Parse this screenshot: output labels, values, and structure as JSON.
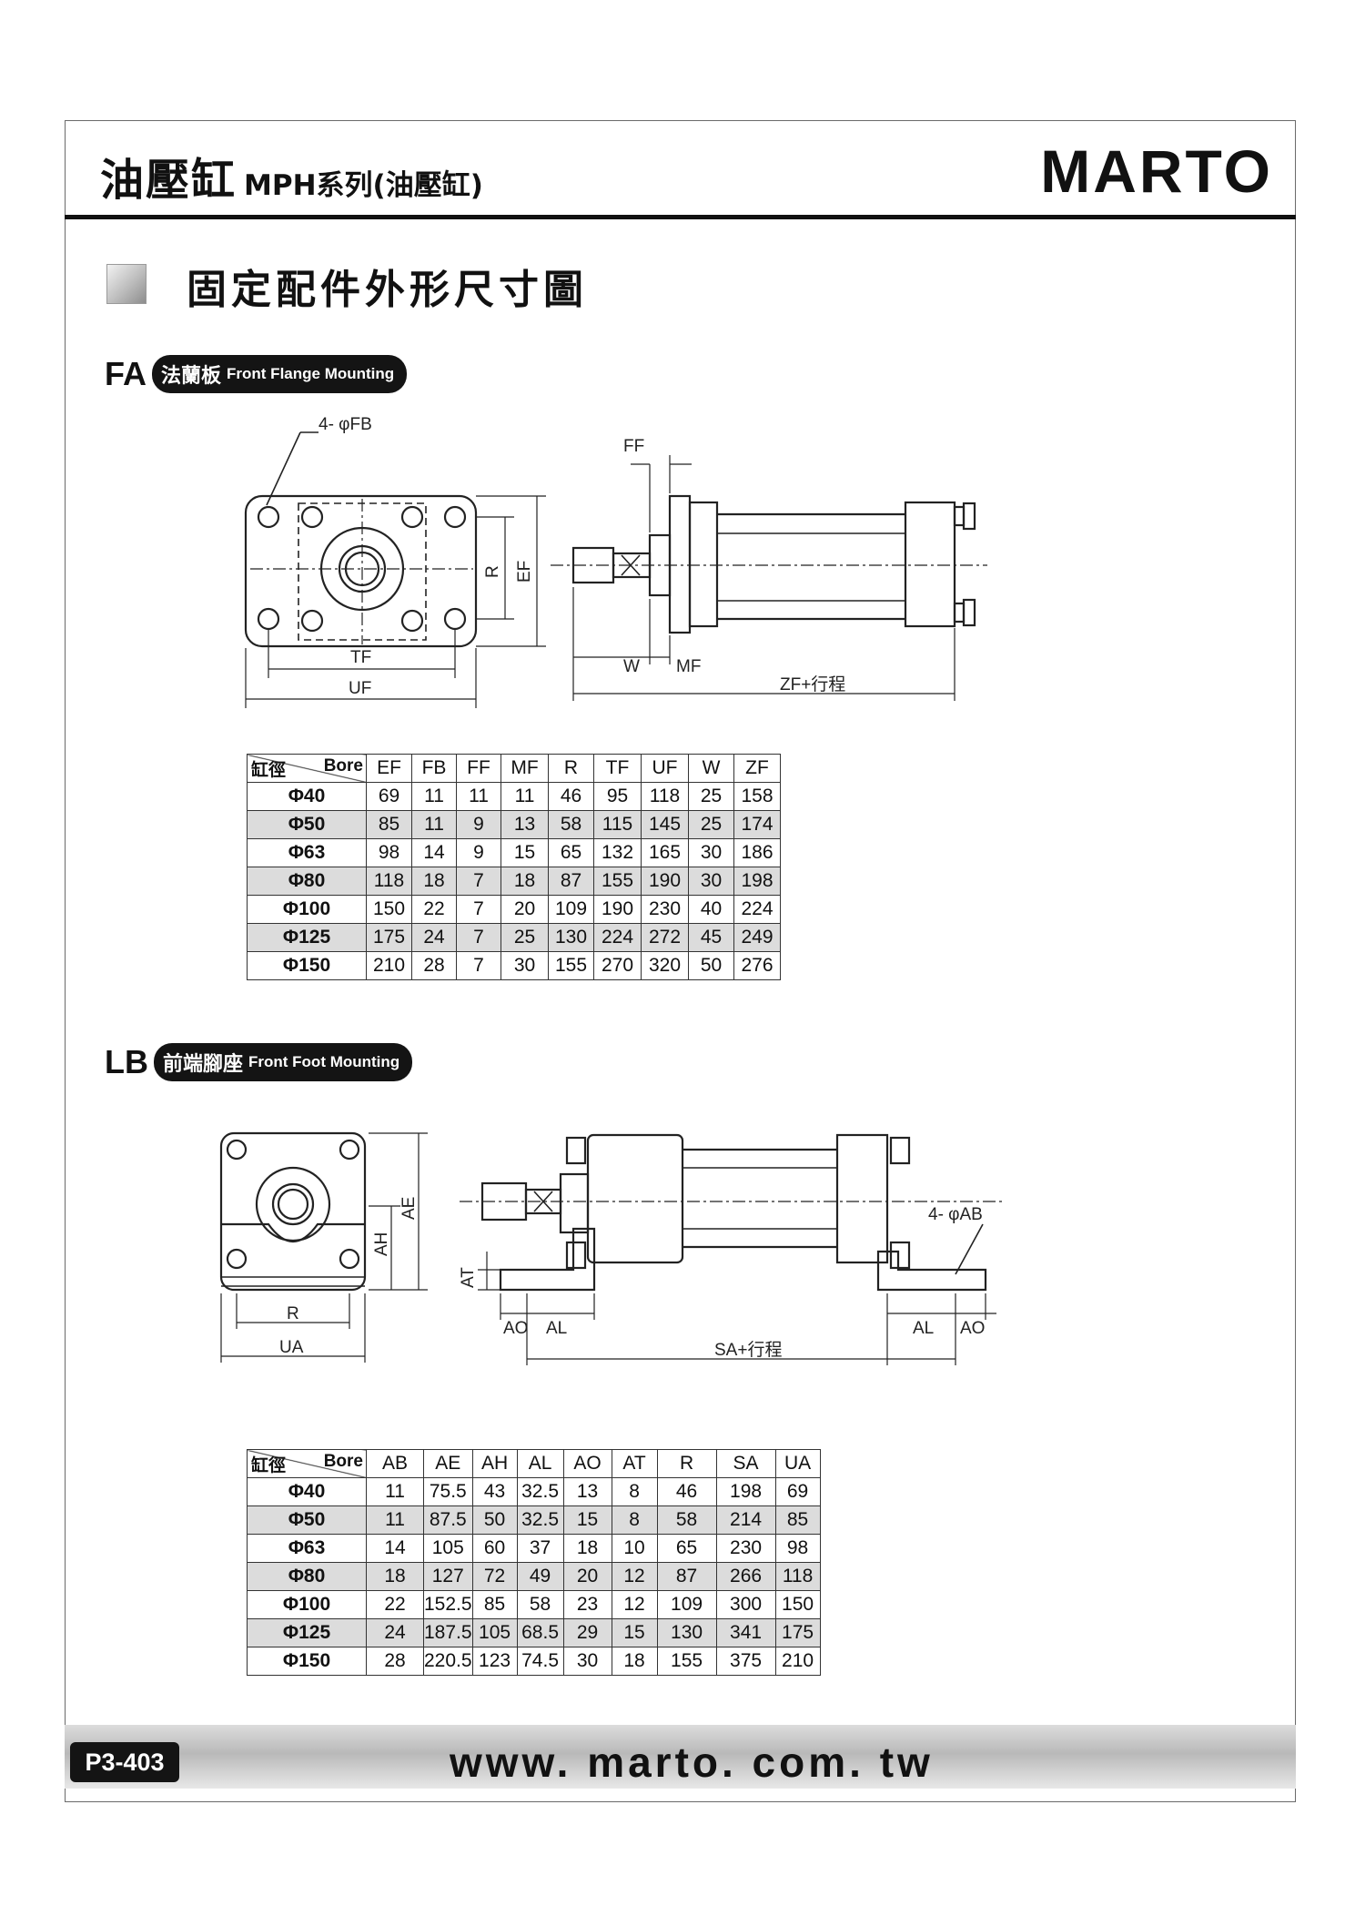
{
  "header": {
    "title_main": "油壓缸",
    "title_sub": "MPH系列(油壓缸)",
    "brand": "MARTO"
  },
  "section": {
    "title": "固定配件外形尺寸圖"
  },
  "fa": {
    "code": "FA",
    "name_zh": "法蘭板",
    "name_en": "Front Flange Mounting",
    "labels": {
      "hole": "4- φFB",
      "ff": "FF",
      "r": "R",
      "ef": "EF",
      "tf": "TF",
      "uf": "UF",
      "w": "W",
      "mf": "MF",
      "zf": "ZF+行程"
    },
    "table": {
      "corner_zh": "缸徑",
      "corner_en": "Bore",
      "headers": [
        "EF",
        "FB",
        "FF",
        "MF",
        "R",
        "TF",
        "UF",
        "W",
        "ZF"
      ],
      "rows": [
        [
          "Φ40",
          "69",
          "11",
          "11",
          "11",
          "46",
          "95",
          "118",
          "25",
          "158"
        ],
        [
          "Φ50",
          "85",
          "11",
          "9",
          "13",
          "58",
          "115",
          "145",
          "25",
          "174"
        ],
        [
          "Φ63",
          "98",
          "14",
          "9",
          "15",
          "65",
          "132",
          "165",
          "30",
          "186"
        ],
        [
          "Φ80",
          "118",
          "18",
          "7",
          "18",
          "87",
          "155",
          "190",
          "30",
          "198"
        ],
        [
          "Φ100",
          "150",
          "22",
          "7",
          "20",
          "109",
          "190",
          "230",
          "40",
          "224"
        ],
        [
          "Φ125",
          "175",
          "24",
          "7",
          "25",
          "130",
          "224",
          "272",
          "45",
          "249"
        ],
        [
          "Φ150",
          "210",
          "28",
          "7",
          "30",
          "155",
          "270",
          "320",
          "50",
          "276"
        ]
      ]
    }
  },
  "lb": {
    "code": "LB",
    "name_zh": "前端腳座",
    "name_en": "Front Foot Mounting",
    "labels": {
      "ae": "AE",
      "ah": "AH",
      "r": "R",
      "ua": "UA",
      "at": "AT",
      "ao_left": "AO",
      "al_left": "AL",
      "sa": "SA+行程",
      "hole": "4- φAB",
      "al_right": "AL",
      "ao_right": "AO"
    },
    "table": {
      "corner_zh": "缸徑",
      "corner_en": "Bore",
      "headers": [
        "AB",
        "AE",
        "AH",
        "AL",
        "AO",
        "AT",
        "R",
        "SA",
        "UA"
      ],
      "rows": [
        [
          "Φ40",
          "11",
          "75.5",
          "43",
          "32.5",
          "13",
          "8",
          "46",
          "198",
          "69"
        ],
        [
          "Φ50",
          "11",
          "87.5",
          "50",
          "32.5",
          "15",
          "8",
          "58",
          "214",
          "85"
        ],
        [
          "Φ63",
          "14",
          "105",
          "60",
          "37",
          "18",
          "10",
          "65",
          "230",
          "98"
        ],
        [
          "Φ80",
          "18",
          "127",
          "72",
          "49",
          "20",
          "12",
          "87",
          "266",
          "118"
        ],
        [
          "Φ100",
          "22",
          "152.5",
          "85",
          "58",
          "23",
          "12",
          "109",
          "300",
          "150"
        ],
        [
          "Φ125",
          "24",
          "187.5",
          "105",
          "68.5",
          "29",
          "15",
          "130",
          "341",
          "175"
        ],
        [
          "Φ150",
          "28",
          "220.5",
          "123",
          "74.5",
          "30",
          "18",
          "155",
          "375",
          "210"
        ]
      ]
    }
  },
  "footer": {
    "page": "P3-403",
    "website": "www. marto. com. tw"
  }
}
